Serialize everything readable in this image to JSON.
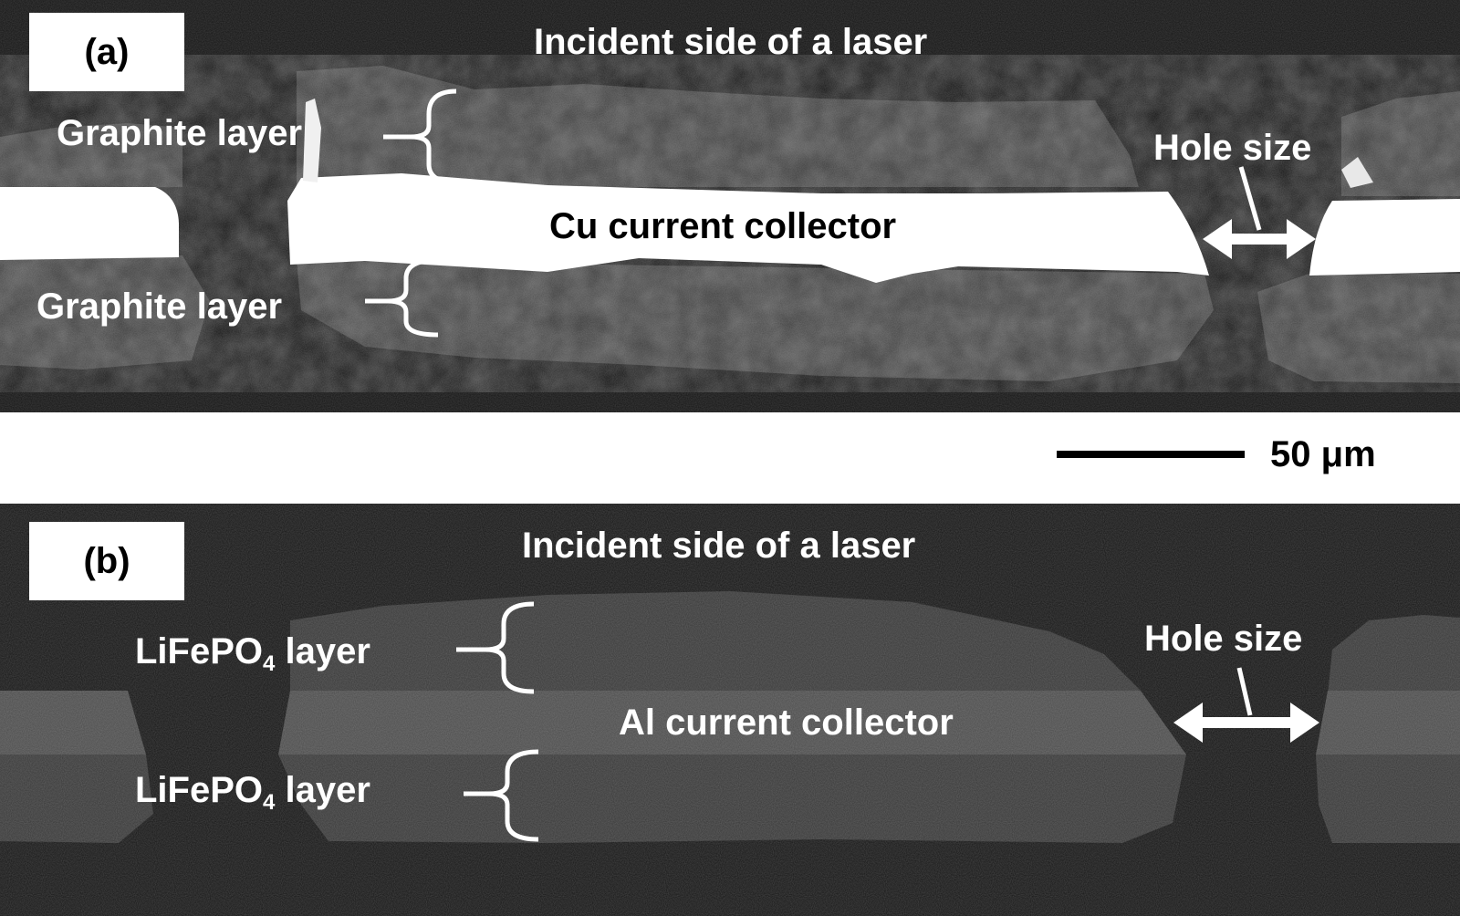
{
  "panel_a": {
    "tag": "(a)",
    "incident_label": "Incident side of a laser",
    "layer_top_label": "Graphite layer",
    "layer_bottom_label": "Graphite layer",
    "collector_label": "Cu current collector",
    "hole_label": "Hole size"
  },
  "scale_bar": {
    "label": "50 μm"
  },
  "panel_b": {
    "tag": "(b)",
    "incident_label": "Incident side of a laser",
    "layer_top_label_main": "LiFePO",
    "layer_top_label_sub": "4",
    "layer_top_label_end": " layer",
    "layer_bottom_label_main": "LiFePO",
    "layer_bottom_label_sub": "4",
    "layer_bottom_label_end": " layer",
    "collector_label": "Al current collector",
    "hole_label": "Hole size"
  },
  "colors": {
    "background_dark": "#141414",
    "cu_collector": "#ffffff",
    "al_collector": "#4a4a4a",
    "graphite": "#3a3a3a",
    "lifepo4": "#363636",
    "annotation": "#ffffff"
  }
}
